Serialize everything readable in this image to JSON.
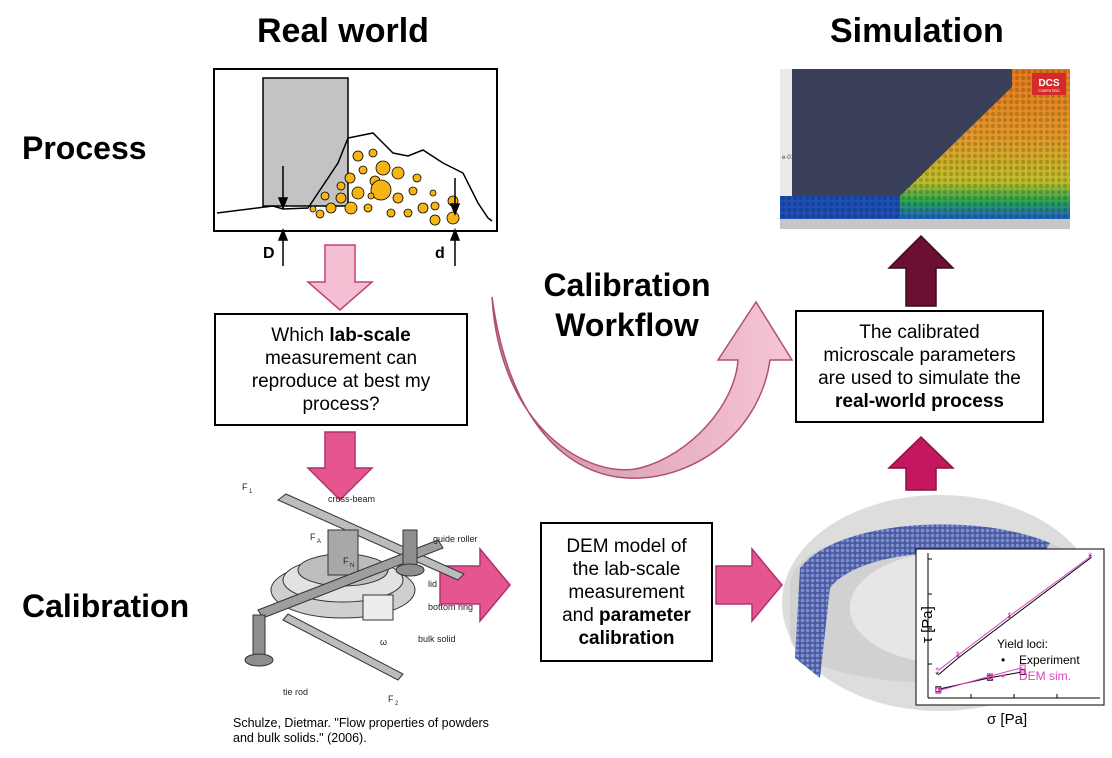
{
  "headers": {
    "real_world": "Real world",
    "simulation": "Simulation"
  },
  "rows": {
    "process": "Process",
    "calibration": "Calibration"
  },
  "workflow": {
    "line1": "Calibration",
    "line2": "Workflow"
  },
  "process_figure": {
    "label_D": "D",
    "label_d": "d"
  },
  "box_question": {
    "t1": "Which ",
    "t2": "lab-scale",
    "t3": "measurement can",
    "t4": "reproduce at best my",
    "t5": "process?"
  },
  "box_dem": {
    "l1": "DEM model of",
    "l2": "the lab-scale",
    "l3": "measurement",
    "l4": "and ",
    "l5": "parameter",
    "l6": "calibration"
  },
  "box_calibrated": {
    "l1": "The calibrated",
    "l2": "microscale parameters",
    "l3": "are used to simulate the",
    "l4": "real-world process"
  },
  "shear_tester": {
    "labels": {
      "f1": "F",
      "f1sub": "1",
      "fa": "F",
      "fasub": "A",
      "fn": "F",
      "fnsub": "N",
      "f2": "F",
      "f2sub": "2",
      "cross_beam": "cross-beam",
      "guide_roller": "guide roller",
      "lid": "lid",
      "bottom_ring": "bottom ring",
      "bulk_solid": "bulk solid",
      "omega": "ω",
      "tie_rod": "tie rod"
    }
  },
  "citation": {
    "line1": "Schulze, Dietmar. \"Flow properties of powders",
    "line2": "and bulk solids.\" (2006)."
  },
  "sim_logo": {
    "top": "DCS",
    "bottom": "COMPUTING",
    "side": "e-01"
  },
  "colors": {
    "pink_light": "#f4bfd2",
    "pink_mid": "#e5568f",
    "pink_dark": "#c4175f",
    "maroon": "#6b1033",
    "particle": "#f7b515",
    "gray_block": "#c3c3c3"
  },
  "chart_data": {
    "type": "line",
    "xlabel": "σ [Pa]",
    "ylabel": "τ [Pa]",
    "legend_title": "Yield loci:",
    "legend_position": "bottom-right",
    "grid": false,
    "series": [
      {
        "name": "Experiment",
        "color": "#000000",
        "upper": [
          [
            0.06,
            0.16
          ],
          [
            0.18,
            0.28
          ],
          [
            0.48,
            0.55
          ],
          [
            0.95,
            0.97
          ]
        ],
        "lower": [
          [
            0.06,
            0.06
          ],
          [
            0.36,
            0.14
          ],
          [
            0.55,
            0.18
          ]
        ]
      },
      {
        "name": "DEM sim.",
        "color": "#e040c0",
        "upper": [
          [
            0.06,
            0.19
          ],
          [
            0.18,
            0.3
          ],
          [
            0.48,
            0.57
          ],
          [
            0.95,
            0.98
          ]
        ],
        "lower": [
          [
            0.06,
            0.05
          ],
          [
            0.36,
            0.15
          ],
          [
            0.55,
            0.21
          ]
        ]
      }
    ]
  }
}
